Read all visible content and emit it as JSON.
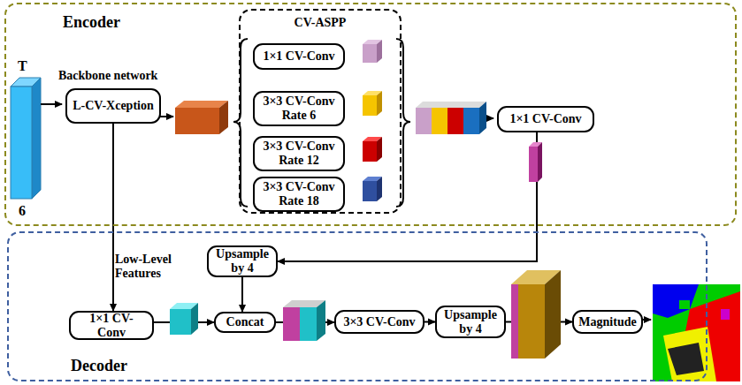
{
  "diagram": {
    "nodes": [
      {
        "text": [
          "Encoder"
        ]
      },
      {
        "text": [
          "Backbone network",
          "L-CV-Xception"
        ],
        "in": 0
      },
      {
        "text": [
          "CV-ASPP"
        ],
        "in": 0
      },
      {
        "text": [
          "1×1 CV-Conv"
        ],
        "in": 2
      },
      {
        "text": [
          "3×3 CV-Conv Rate 6"
        ],
        "in": 2
      },
      {
        "text": [
          "3×3 CV-Conv Rate 12"
        ],
        "in": 2
      },
      {
        "text": [
          "3×3 CV-Conv Rate 18"
        ],
        "in": 2
      },
      {
        "text": [
          "1×1 CV-Conv"
        ],
        "in": 0
      },
      {
        "text": [
          "Decoder"
        ]
      },
      {
        "text": [
          "Upsample by 4"
        ],
        "in": 8
      },
      {
        "text": [
          "1×1 CV-Conv"
        ],
        "in": 8
      },
      {
        "text": [
          "Concat"
        ],
        "in": 8
      },
      {
        "text": [
          "3×3 CV-Conv"
        ],
        "in": 8
      },
      {
        "text": [
          "Upsample by 4"
        ],
        "in": 8
      },
      {
        "text": [
          "Magnitude"
        ],
        "in": 8
      }
    ],
    "edges": [
      {
        "from": 1,
        "to": 10,
        "arrow": "to",
        "label": "Low-Level Features"
      },
      {
        "from": 7,
        "to": 9,
        "arrow": "to"
      },
      {
        "from": 9,
        "to": 11,
        "arrow": "to"
      },
      {
        "from": 10,
        "to": 11,
        "arrow": "to"
      },
      {
        "from": 11,
        "to": 12,
        "arrow": "to"
      },
      {
        "from": 12,
        "to": 13,
        "arrow": "to"
      },
      {
        "from": 13,
        "to": 14,
        "arrow": "to"
      }
    ],
    "labels": [
      "T",
      "6"
    ]
  }
}
